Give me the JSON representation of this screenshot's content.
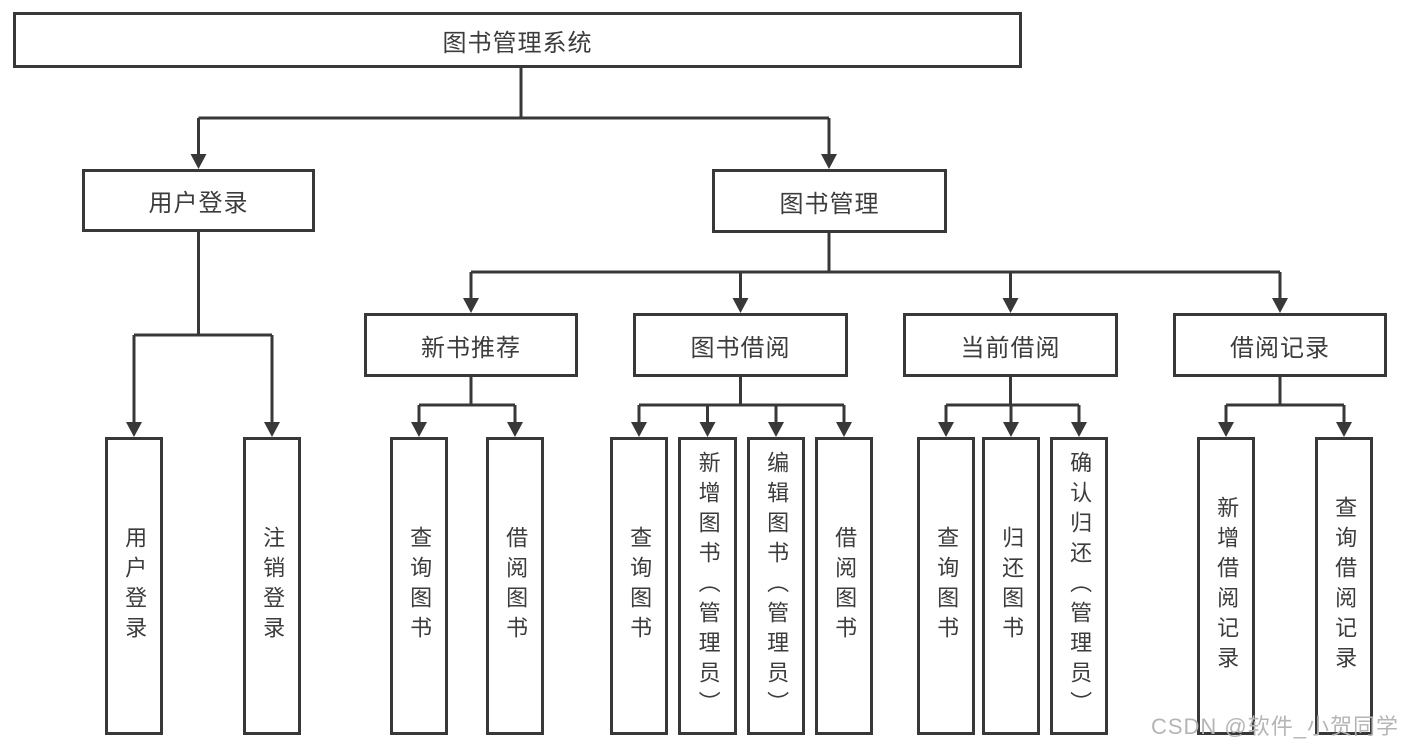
{
  "diagram": {
    "type": "hierarchy",
    "title": "图书管理系统"
  },
  "nodes": {
    "root": "图书管理系统",
    "user_login": "用户登录",
    "user_login_children": {
      "login": "用户登录",
      "logout": "注销登录"
    },
    "book_mgmt": "图书管理",
    "book_mgmt_children": {
      "new_book": "新书推荐",
      "borrowing": "图书借阅",
      "current": "当前借阅",
      "records": "借阅记录"
    },
    "new_book_children": {
      "query": "查询图书",
      "borrow": "借阅图书"
    },
    "borrowing_children": {
      "query": "查询图书",
      "add": "新增图书（管理员）",
      "edit": "编辑图书（管理员）",
      "borrow": "借阅图书"
    },
    "current_children": {
      "query": "查询图书",
      "return": "归还图书",
      "confirm": "确认归还（管理员）"
    },
    "records_children": {
      "add": "新增借阅记录",
      "query": "查询借阅记录"
    }
  },
  "watermark": "CSDN @软件_小贺同学",
  "colors": {
    "line": "#383838",
    "box_border": "#383838",
    "text": "#3c3c3c",
    "watermark": "#b5b5b5",
    "background": "#ffffff"
  }
}
